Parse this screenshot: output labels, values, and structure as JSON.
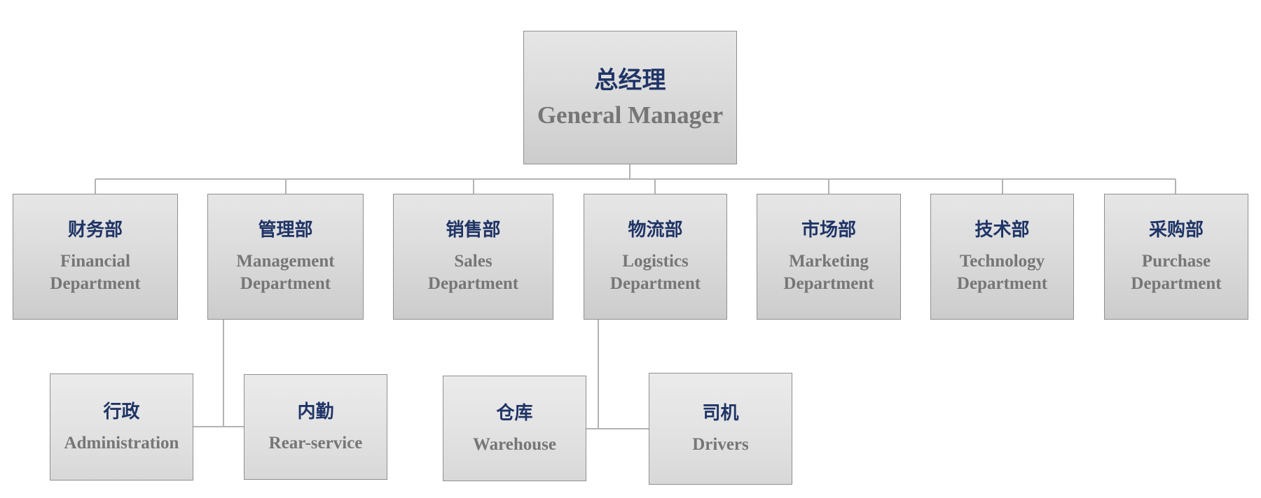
{
  "root": {
    "zh": "总经理",
    "en": "General Manager"
  },
  "departments": [
    {
      "zh": "财务部",
      "en": "Financial Department"
    },
    {
      "zh": "管理部",
      "en": "Management Department"
    },
    {
      "zh": "销售部",
      "en": "Sales Department"
    },
    {
      "zh": "物流部",
      "en": "Logistics Department"
    },
    {
      "zh": "市场部",
      "en": "Marketing Department"
    },
    {
      "zh": "技术部",
      "en": "Technology Department"
    },
    {
      "zh": "采购部",
      "en": "Purchase Department"
    }
  ],
  "management_units": [
    {
      "zh": "行政",
      "en": "Administration"
    },
    {
      "zh": "内勤",
      "en": "Rear-service"
    }
  ],
  "logistics_units": [
    {
      "zh": "仓库",
      "en": "Warehouse"
    },
    {
      "zh": "司机",
      "en": "Drivers"
    }
  ],
  "colors": {
    "connector": "#b3b3b3",
    "title_zh": "#1f3466",
    "title_en": "#767676",
    "box_border": "#8f8f8f"
  }
}
